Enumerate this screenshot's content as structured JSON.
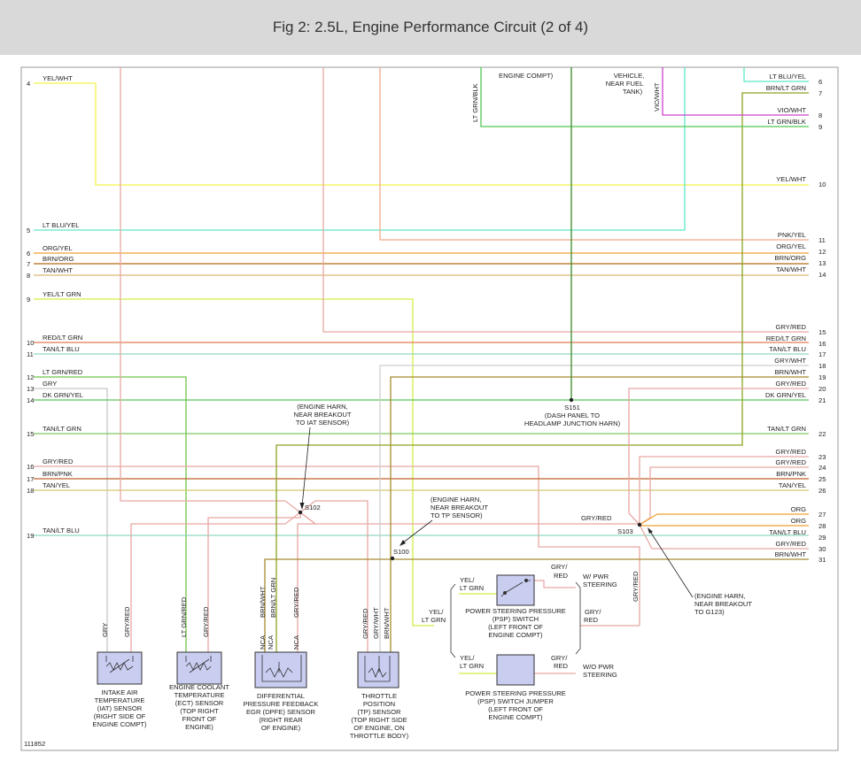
{
  "title": "Fig 2: 2.5L, Engine Performance Circuit (2 of 4)",
  "figure_id": "111852",
  "colors": {
    "YEL": "#f2f24a",
    "LTBLU": "#5ce6c8",
    "PINK": "#f2a98a",
    "ORG": "#f0a030",
    "BRN": "#b36b12",
    "TAN": "#d9b878",
    "YELLTGRN": "#d3ee45",
    "REDLTGRN": "#e07a50",
    "TANLTBLU": "#8fd6c0",
    "LTGRNRED": "#72c44a",
    "GRY": "#c8c8c8",
    "DKGRN": "#5ec45a",
    "TANLTGRN": "#7ec860",
    "GRYRED": "#e8a8a4",
    "BRNPNK": "#c0602a",
    "TANYEL": "#d4c870",
    "GRYWHT": "#cfcfcf",
    "BRNWHT": "#a88a30",
    "BRNLTGRN": "#8aa420",
    "VIOWHT": "#cc44cc",
    "LTGRNBLK": "#52c852",
    "GRNBLK": "#3a8a2a",
    "SENSOR": "#c9cdf0"
  },
  "left_wires": [
    {
      "pin": "4",
      "label": "YEL/WHT"
    },
    {
      "pin": "5",
      "label": "LT BLU/YEL"
    },
    {
      "pin": "6",
      "label": "ORG/YEL"
    },
    {
      "pin": "7",
      "label": "BRN/ORG"
    },
    {
      "pin": "8",
      "label": "TAN/WHT"
    },
    {
      "pin": "9",
      "label": "YEL/LT GRN"
    },
    {
      "pin": "10",
      "label": "RED/LT GRN"
    },
    {
      "pin": "11",
      "label": "TAN/LT BLU"
    },
    {
      "pin": "12",
      "label": "LT GRN/RED"
    },
    {
      "pin": "13",
      "label": "GRY"
    },
    {
      "pin": "14",
      "label": "DK GRN/YEL"
    },
    {
      "pin": "15",
      "label": "TAN/LT GRN"
    },
    {
      "pin": "16",
      "label": "GRY/RED"
    },
    {
      "pin": "17",
      "label": "BRN/PNK"
    },
    {
      "pin": "18",
      "label": "TAN/YEL"
    },
    {
      "pin": "19",
      "label": "TAN/LT BLU"
    }
  ],
  "right_wires": [
    {
      "pin": "6",
      "label": "LT BLU/YEL"
    },
    {
      "pin": "7",
      "label": "BRN/LT GRN"
    },
    {
      "pin": "8",
      "label": "VIO/WHT"
    },
    {
      "pin": "9",
      "label": "LT GRN/BLK"
    },
    {
      "pin": "10",
      "label": "YEL/WHT"
    },
    {
      "pin": "11",
      "label": "PNK/YEL"
    },
    {
      "pin": "12",
      "label": "ORG/YEL"
    },
    {
      "pin": "13",
      "label": "BRN/ORG"
    },
    {
      "pin": "14",
      "label": "TAN/WHT"
    },
    {
      "pin": "15",
      "label": "GRY/RED"
    },
    {
      "pin": "16",
      "label": "RED/LT GRN"
    },
    {
      "pin": "17",
      "label": "TAN/LT BLU"
    },
    {
      "pin": "18",
      "label": "GRY/WHT"
    },
    {
      "pin": "19",
      "label": "BRN/WHT"
    },
    {
      "pin": "20",
      "label": "GRY/RED"
    },
    {
      "pin": "21",
      "label": "DK GRN/YEL"
    },
    {
      "pin": "22",
      "label": "TAN/LT GRN"
    },
    {
      "pin": "23",
      "label": "GRY/RED"
    },
    {
      "pin": "24",
      "label": "GRY/RED"
    },
    {
      "pin": "25",
      "label": "BRN/PNK"
    },
    {
      "pin": "26",
      "label": "TAN/YEL"
    },
    {
      "pin": "27",
      "label": "ORG"
    },
    {
      "pin": "28",
      "label": "ORG"
    },
    {
      "pin": "29",
      "label": "TAN/LT BLU"
    },
    {
      "pin": "30",
      "label": "GRY/RED"
    },
    {
      "pin": "31",
      "label": "BRN/WHT"
    }
  ],
  "vertical_labels": {
    "ltgrn_blk_top": "LT GRN/BLK",
    "vio_wht_top": "VIO/WHT",
    "iat_gry": "GRY",
    "iat_gryred": "GRY/RED",
    "ect_ltgrnred": "LT GRN/RED",
    "ect_gryred": "GRY/RED",
    "dpfe_brnwht": "BRN/WHT",
    "dpfe_brnltgrn": "BRN/LT GRN",
    "dpfe_gryred": "GRY/RED",
    "tp_gryred": "GRY/RED",
    "tp_grywht": "GRY/WHT",
    "tp_brnwht": "BRN/WHT",
    "psp_gryred": "GRY/RED",
    "nca": "NCA"
  },
  "top_notes": {
    "engine_compt": "ENGINE COMPT)",
    "vehicle_1": "VEHICLE,",
    "vehicle_2": "NEAR FUEL",
    "vehicle_3": "TANK)"
  },
  "splices": {
    "s151": {
      "name": "S151",
      "note": [
        "(DASH PANEL TO",
        "HEADLAMP JUNCTION HARN)"
      ]
    },
    "s102": {
      "name": "S102",
      "note": [
        "(ENGINE HARN,",
        "NEAR BREAKOUT",
        "TO IAT SENSOR)"
      ]
    },
    "s100": {
      "name": "S100",
      "note": [
        "(ENGINE HARN,",
        "NEAR BREAKOUT",
        "TO TP SENSOR)"
      ]
    },
    "s103": {
      "name": "S103",
      "note": [
        "(ENGINE HARN,",
        "NEAR BREAKOUT",
        "TO G123)"
      ]
    }
  },
  "mid_labels": {
    "gryred_s103": "GRY/RED",
    "yel_ltgrn_1": "YEL/",
    "yel_ltgrn_2": "LT GRN",
    "psp_in_1": "YEL/",
    "psp_in_2": "LT GRN",
    "psp_out_1": "GRY/",
    "psp_out_2": "RED",
    "w_pwr_1": "W/ PWR",
    "w_pwr_2": "STEERING",
    "gryred_junc_1": "GRY/",
    "gryred_junc_2": "RED",
    "jmp_in_1": "YEL/",
    "jmp_in_2": "LT GRN",
    "jmp_out_1": "GRY/",
    "jmp_out_2": "RED",
    "wo_pwr_1": "W/O PWR",
    "wo_pwr_2": "STEERING"
  },
  "components": {
    "iat": [
      "INTAKE AIR",
      "TEMPERATURE",
      "(IAT) SENSOR",
      "(RIGHT SIDE OF",
      "ENGINE COMPT)"
    ],
    "ect": [
      "ENGINE COOLANT",
      "TEMPERATURE",
      "(ECT) SENSOR",
      "(TOP RIGHT",
      "FRONT OF",
      "ENGINE)"
    ],
    "dpfe": [
      "DIFFERENTIAL",
      "PRESSURE FEEDBACK",
      "EGR (DPFE) SENSOR",
      "(RIGHT REAR",
      "OF ENGINE)"
    ],
    "tp": [
      "THROTTLE",
      "POSITION",
      "(TP) SENSOR",
      "(TOP RIGHT SIDE",
      "OF ENGINE, ON",
      "THROTTLE BODY)"
    ],
    "psp_switch": [
      "POWER STEERING PRESSURE",
      "(PSP) SWITCH",
      "(LEFT FRONT OF",
      "ENGINE COMPT)"
    ],
    "psp_jumper": [
      "POWER STEERING PRESSURE",
      "(PSP) SWITCH JUMPER",
      "(LEFT FRONT OF",
      "ENGINE COMPT)"
    ]
  }
}
